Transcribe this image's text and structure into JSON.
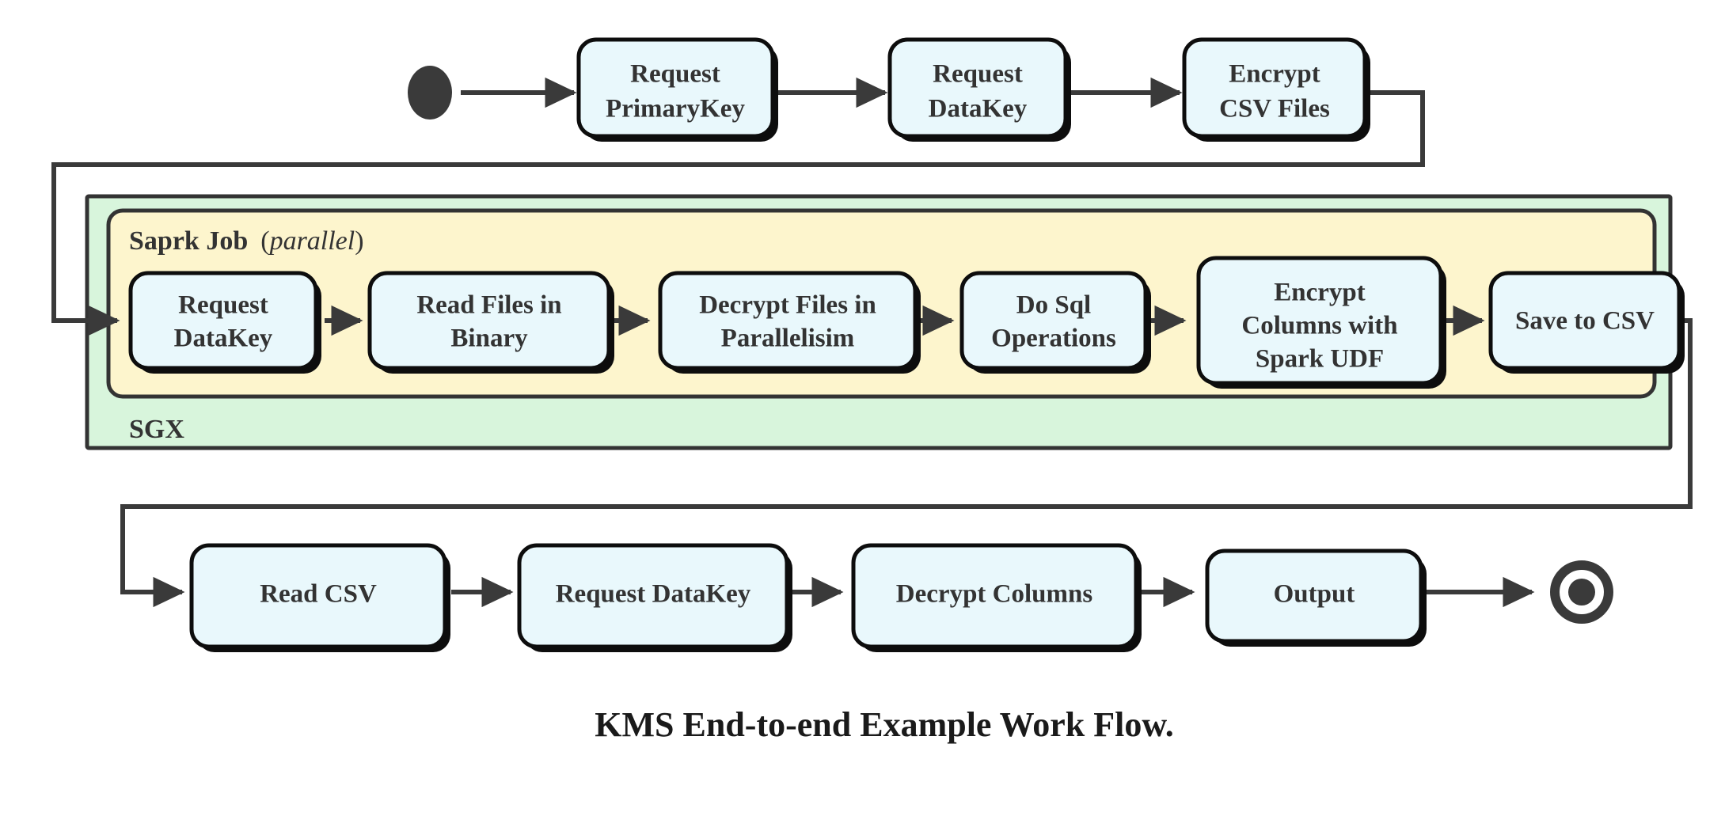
{
  "diagram": {
    "caption": "KMS End-to-end Example Work Flow.",
    "colors": {
      "node_fill": "#e9f8fc",
      "node_stroke": "#0d0d0d",
      "sgx_fill": "#d8f5dc",
      "spark_fill": "#fdf5cd",
      "container_stroke": "#333333",
      "connector": "#3a3a3a",
      "text": "#333333",
      "background": "#ffffff"
    },
    "start_node": {
      "name": "start-state",
      "shape": "filled-circle"
    },
    "end_node": {
      "name": "final-state",
      "shape": "ringed-filled-circle"
    },
    "containers": {
      "sgx": {
        "label": "SGX"
      },
      "spark": {
        "label_bold": "Saprk Job",
        "label_paren_open": "(",
        "label_italic": "parallel",
        "label_paren_close": ")"
      }
    },
    "rows": {
      "top": {
        "name": "top-row",
        "nodes": [
          {
            "id": "request-primarykey",
            "line1": "Request",
            "line2": "PrimaryKey"
          },
          {
            "id": "request-datakey-top",
            "line1": "Request",
            "line2": "DataKey"
          },
          {
            "id": "encrypt-csv-files",
            "line1": "Encrypt",
            "line2": "CSV Files"
          }
        ]
      },
      "middle": {
        "name": "spark-job-row",
        "nodes": [
          {
            "id": "request-datakey-spark",
            "line1": "Request",
            "line2": "DataKey",
            "line3": ""
          },
          {
            "id": "read-files-in-binary",
            "line1": "Read Files in",
            "line2": "Binary",
            "line3": ""
          },
          {
            "id": "decrypt-files-in-parallelisim",
            "line1": "Decrypt Files in",
            "line2": "Parallelisim",
            "line3": ""
          },
          {
            "id": "do-sql-operations",
            "line1": "Do Sql",
            "line2": "Operations",
            "line3": ""
          },
          {
            "id": "encrypt-columns-with-spark-udf",
            "line1": "Encrypt",
            "line2": "Columns with",
            "line3": "Spark UDF"
          },
          {
            "id": "save-to-csv",
            "line1": "Save to CSV",
            "line2": "",
            "line3": ""
          }
        ]
      },
      "bottom": {
        "name": "bottom-row",
        "nodes": [
          {
            "id": "read-csv",
            "line1": "Read CSV",
            "line2": ""
          },
          {
            "id": "request-datakey-bottom",
            "line1": "Request DataKey",
            "line2": ""
          },
          {
            "id": "decrypt-columns",
            "line1": "Decrypt Columns",
            "line2": ""
          },
          {
            "id": "output",
            "line1": "Output",
            "line2": ""
          }
        ]
      }
    },
    "edges": [
      {
        "from": "start-state",
        "to": "request-primarykey"
      },
      {
        "from": "request-primarykey",
        "to": "request-datakey-top"
      },
      {
        "from": "request-datakey-top",
        "to": "encrypt-csv-files"
      },
      {
        "from": "encrypt-csv-files",
        "to": "request-datakey-spark"
      },
      {
        "from": "request-datakey-spark",
        "to": "read-files-in-binary"
      },
      {
        "from": "read-files-in-binary",
        "to": "decrypt-files-in-parallelisim"
      },
      {
        "from": "decrypt-files-in-parallelisim",
        "to": "do-sql-operations"
      },
      {
        "from": "do-sql-operations",
        "to": "encrypt-columns-with-spark-udf"
      },
      {
        "from": "encrypt-columns-with-spark-udf",
        "to": "save-to-csv"
      },
      {
        "from": "save-to-csv",
        "to": "read-csv"
      },
      {
        "from": "read-csv",
        "to": "request-datakey-bottom"
      },
      {
        "from": "request-datakey-bottom",
        "to": "decrypt-columns"
      },
      {
        "from": "decrypt-columns",
        "to": "output"
      },
      {
        "from": "output",
        "to": "final-state"
      }
    ]
  }
}
